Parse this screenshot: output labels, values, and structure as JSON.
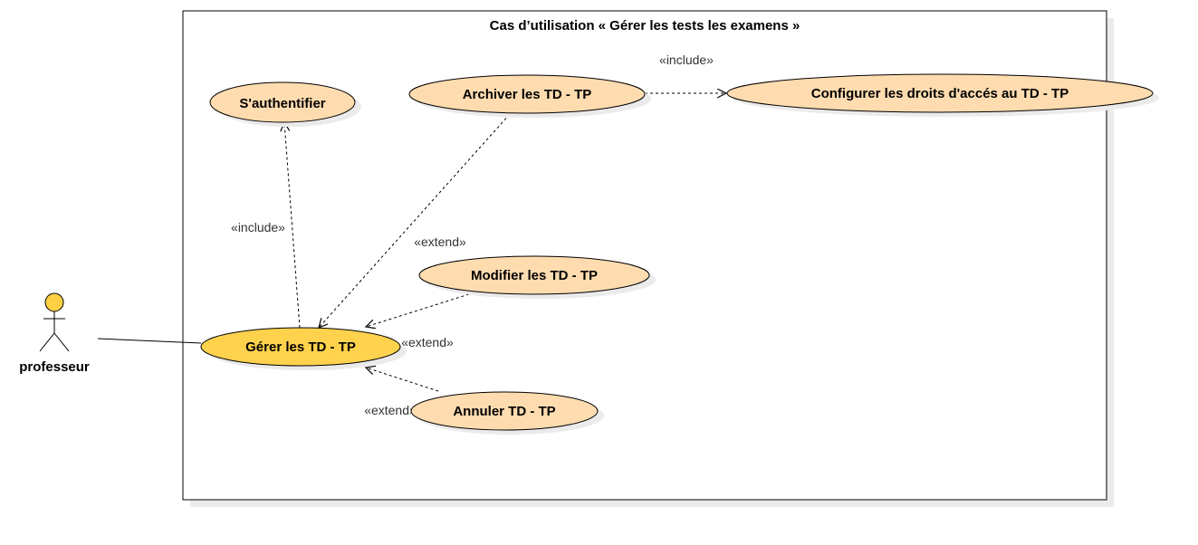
{
  "system": {
    "title": "Cas d’utilisation « Gérer les tests  les examens »"
  },
  "actor": {
    "name": "professeur"
  },
  "use_cases": {
    "authenticate": "S'authentifier",
    "archive": "Archiver  les  TD  -  TP",
    "configure": "Configurer les droits d'accés au  TD  -  TP",
    "modify": "Modifier  les  TD  -  TP",
    "manage": "Gérer les  TD  -  TP",
    "cancel": "Annuler  TD  -  TP"
  },
  "relations": {
    "include_auth": "«include»",
    "include_configure": "«include»",
    "extend_archive": "«extend»",
    "extend_modify": "«extend»",
    "extend_cancel": "«extend»"
  },
  "colors": {
    "use_case_fill": "#ffdcb0",
    "main_use_case_fill": "#ffd24d",
    "actor_fill": "#ffcf44",
    "stroke": "#000000",
    "shadow": "#ebebeb"
  }
}
